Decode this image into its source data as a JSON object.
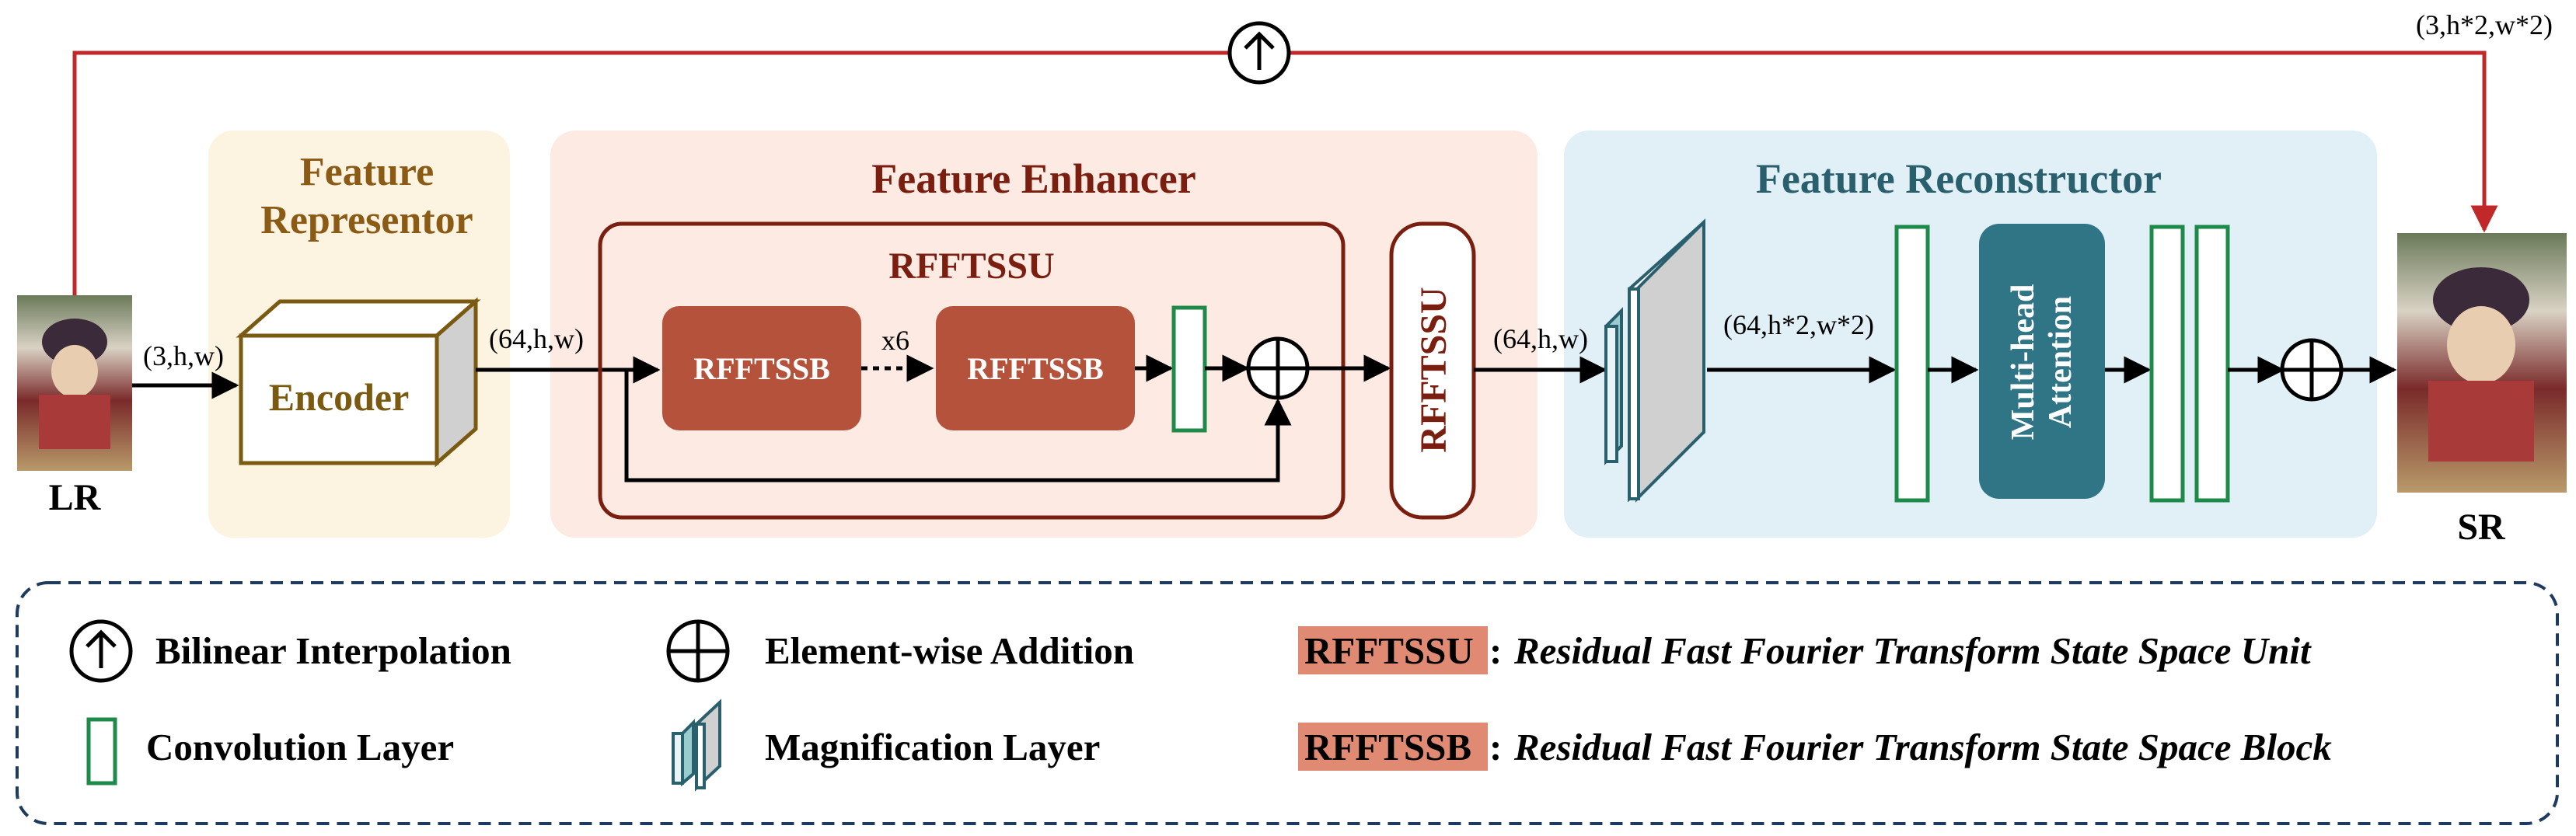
{
  "inputs": {
    "lr_label": "LR",
    "sr_label": "SR"
  },
  "dimensions": {
    "input": "(3,h,w)",
    "after_encoder": "(64,h,w)",
    "after_enhancer": "(64,h,w)",
    "after_magnification": "(64,h*2,w*2)",
    "skip_output": "(3,h*2,w*2)"
  },
  "sections": {
    "representor": {
      "title_line1": "Feature",
      "title_line2": "Representor",
      "encoder_label": "Encoder",
      "color": "#FDF3E1",
      "title_color": "#8B5A14"
    },
    "enhancer": {
      "title": "Feature Enhancer",
      "unit_title": "RFFTSSU",
      "block_label_1": "RFFTSSB",
      "block_label_2": "RFFTSSB",
      "repeat_label": "x6",
      "side_unit_label": "RFFTSSU",
      "color": "#FDEAE3",
      "title_color": "#7A1E10"
    },
    "reconstructor": {
      "title": "Feature Reconstructor",
      "attention_line1": "Multi-head",
      "attention_line2": "Attention",
      "color": "#E0F0F6",
      "title_color": "#2A5F6E"
    }
  },
  "legend": {
    "bilinear": "Bilinear Interpolation",
    "addition": "Element-wise Addition",
    "conv": "Convolution Layer",
    "magnification": "Magnification Layer",
    "rfftssu_key": "RFFTSSU",
    "rfftssu_desc": "Residual Fast Fourier Transform State Space Unit",
    "rfftssb_key": "RFFTSSB",
    "rfftssb_desc": "Residual Fast Fourier Transform State Space Block"
  },
  "colors": {
    "block_fill": "#B5523B",
    "legend_key_fill": "#E08A74",
    "attention_fill": "#2F7585",
    "conv_stroke": "#1E8A4A",
    "skip_line": "#C0282A",
    "enhancer_border": "#7A1E10",
    "encoder_border": "#7A5A10"
  }
}
